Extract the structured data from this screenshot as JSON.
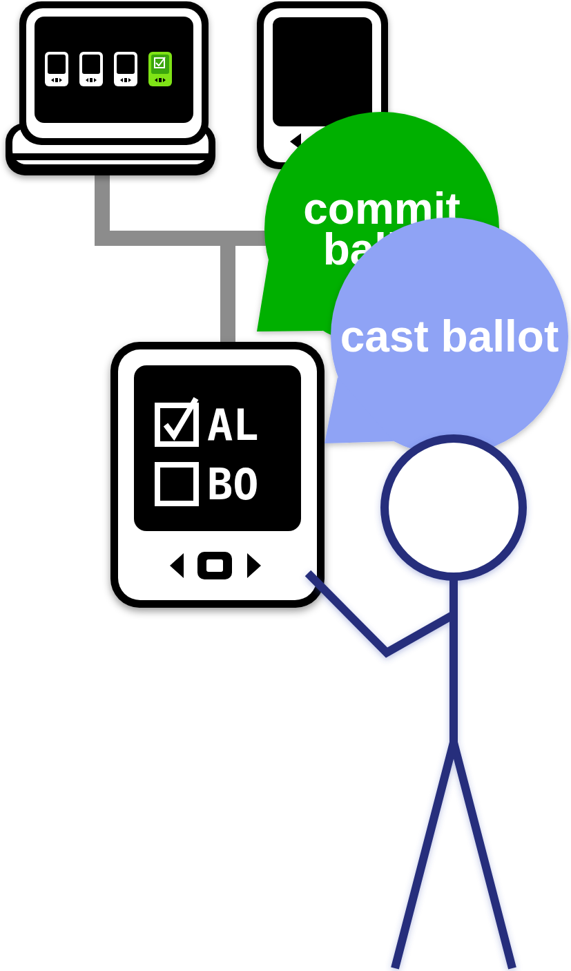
{
  "diagram": {
    "nodes": [
      {
        "text": [
          "commit ballot"
        ]
      },
      {
        "text": [
          "cast ballot"
        ]
      },
      {
        "text": [
          "AL",
          "BO"
        ]
      }
    ]
  }
}
